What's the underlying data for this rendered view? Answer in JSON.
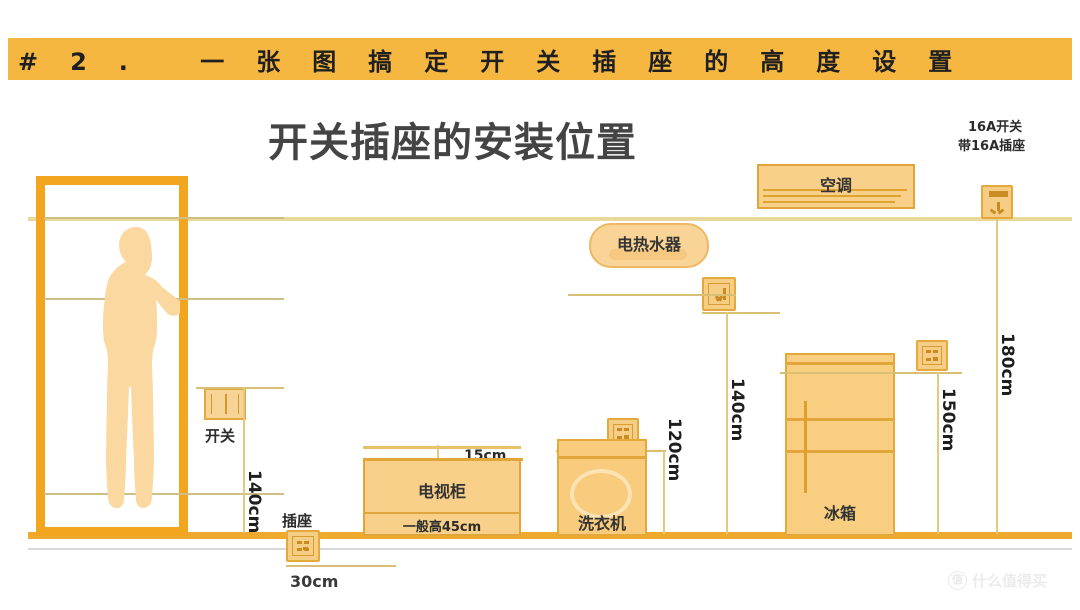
{
  "banner": {
    "text": "#2.  一张图搞定开关插座的高度设置",
    "bg_color": "#f5b740"
  },
  "diagram": {
    "title": "开关插座的安装位置",
    "accent_color": "#f2a620",
    "fill_color": "#f8ce80",
    "line_color": "#e0cb7e",
    "labels": {
      "switch": "开关",
      "socket": "插座",
      "tv_cabinet": "电视柜",
      "tv_cabinet_note": "一般高45cm",
      "tv_socket_gap": "15cm",
      "washer": "洗衣机",
      "water_heater": "电热水器",
      "fridge": "冰箱",
      "aircon": "空调",
      "aircon_socket_note_line1": "16A开关",
      "aircon_socket_note_line2": "带16A插座"
    },
    "dimensions": {
      "switch_height": "140cm",
      "socket_height": "30cm",
      "washer_socket_height": "120cm",
      "water_heater_socket_height": "140cm",
      "fridge_socket_height": "150cm",
      "aircon_socket_height": "180cm"
    }
  },
  "watermark": {
    "badge": "值",
    "text": "什么值得买"
  }
}
